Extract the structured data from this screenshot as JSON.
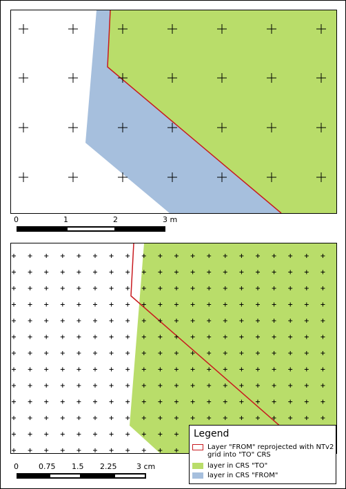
{
  "colors": {
    "from_layer_outline": "#c8191e",
    "layer_to_fill": "#b9dd6a",
    "layer_from_fill": "#a6bfdd",
    "grid_cross": "#000000"
  },
  "map_top": {
    "scale_labels": [
      "0",
      "1",
      "2",
      "3 m"
    ]
  },
  "map_bottom": {
    "scale_labels": [
      "0",
      "0.75",
      "1.5",
      "2.25",
      "3 cm"
    ]
  },
  "legend": {
    "title": "Legend",
    "items": [
      {
        "label": "Layer \"FROM\" reprojected with NTv2\ngrid into \"TO\" CRS",
        "swatch": "outline"
      },
      {
        "label": "layer in CRS \"TO\"",
        "swatch": "green"
      },
      {
        "label": "layer in CRS \"FROM\"",
        "swatch": "blue"
      }
    ]
  }
}
